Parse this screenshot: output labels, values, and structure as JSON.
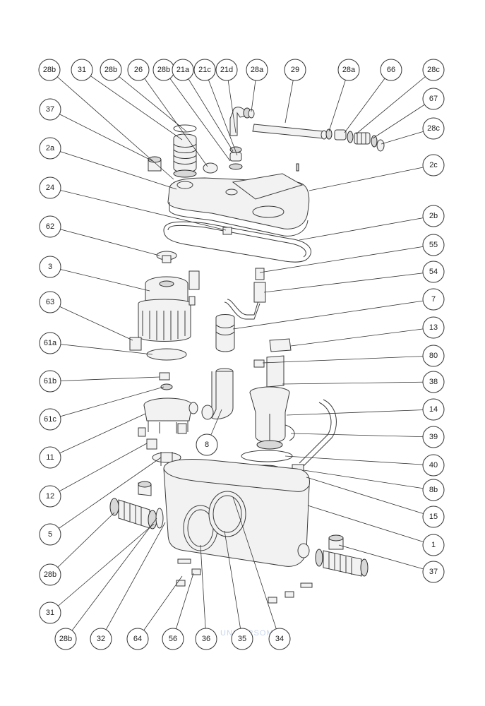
{
  "watermark": "UNIVERSOMO",
  "callouts": [
    {
      "label": "28b"
    },
    {
      "label": "31"
    },
    {
      "label": "28b"
    },
    {
      "label": "26"
    },
    {
      "label": "28b"
    },
    {
      "label": "21a"
    },
    {
      "label": "21c"
    },
    {
      "label": "21d"
    },
    {
      "label": "28a"
    },
    {
      "label": "29"
    },
    {
      "label": "28a"
    },
    {
      "label": "66"
    },
    {
      "label": "28c"
    },
    {
      "label": "67"
    },
    {
      "label": "28c"
    },
    {
      "label": "37"
    },
    {
      "label": "2a"
    },
    {
      "label": "2c"
    },
    {
      "label": "24"
    },
    {
      "label": "2b"
    },
    {
      "label": "62"
    },
    {
      "label": "55"
    },
    {
      "label": "3"
    },
    {
      "label": "54"
    },
    {
      "label": "63"
    },
    {
      "label": "7"
    },
    {
      "label": "13"
    },
    {
      "label": "61a"
    },
    {
      "label": "80"
    },
    {
      "label": "61b"
    },
    {
      "label": "38"
    },
    {
      "label": "61c"
    },
    {
      "label": "14"
    },
    {
      "label": "11"
    },
    {
      "label": "39"
    },
    {
      "label": "8"
    },
    {
      "label": "12"
    },
    {
      "label": "40"
    },
    {
      "label": "8b"
    },
    {
      "label": "15"
    },
    {
      "label": "5"
    },
    {
      "label": "1"
    },
    {
      "label": "37"
    },
    {
      "label": "28b"
    },
    {
      "label": "31"
    },
    {
      "label": "28b"
    },
    {
      "label": "32"
    },
    {
      "label": "64"
    },
    {
      "label": "56"
    },
    {
      "label": "36"
    },
    {
      "label": "35"
    },
    {
      "label": "34"
    }
  ]
}
